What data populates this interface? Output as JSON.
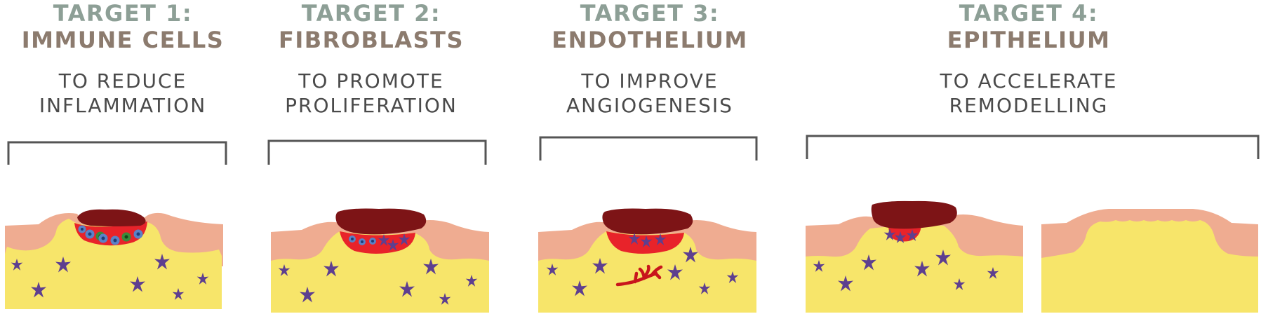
{
  "targets": [
    {
      "label": "TARGET 1:",
      "name": "IMMUNE CELLS",
      "goal_line1": "TO REDUCE",
      "goal_line2": "INFLAMMATION"
    },
    {
      "label": "TARGET 2:",
      "name": "FIBROBLASTS",
      "goal_line1": "TO PROMOTE",
      "goal_line2": "PROLIFERATION"
    },
    {
      "label": "TARGET 3:",
      "name": "ENDOTHELIUM",
      "goal_line1": "TO IMPROVE",
      "goal_line2": "ANGIOGENESIS"
    },
    {
      "label": "TARGET 4:",
      "name": "EPITHELIUM",
      "goal_line1": "TO ACCELERATE",
      "goal_line2": "REMODELLING"
    }
  ],
  "colors": {
    "label_green_gray": "#8d9f96",
    "name_brown_gray": "#8c7b6e",
    "goal_text": "#4a4a4a",
    "bracket": "#555555",
    "dermis_yellow": "#f7e56a",
    "epidermis_peach": "#efac91",
    "wound_red": "#e8232a",
    "scab_maroon": "#7d1416",
    "fibroblast_purple": "#5e3f8f",
    "immune_blue": "#5b82c7",
    "immune_green": "#3a8a3a",
    "vessel_red": "#c8161c"
  }
}
